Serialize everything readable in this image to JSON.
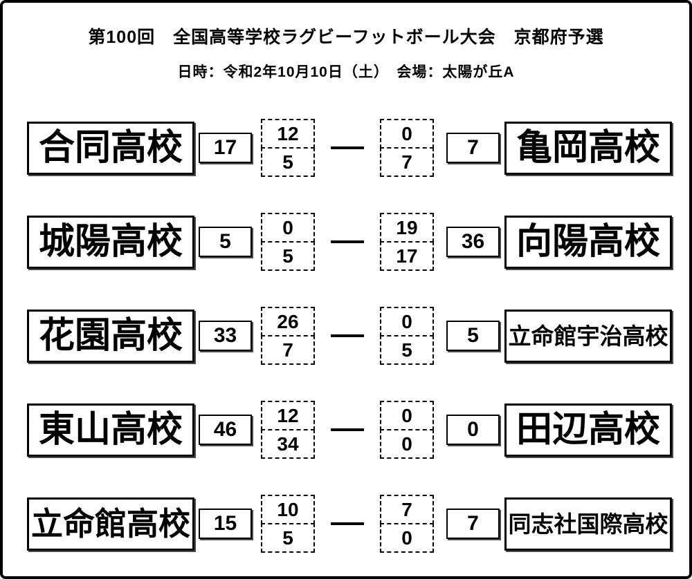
{
  "header": {
    "title": "第100回　全国高等学校ラグビーフットボール大会　京都府予選",
    "subtitle": "日時：令和2年10月10日（土）　会場：太陽が丘A"
  },
  "matches": [
    {
      "left": {
        "name": "合同高校",
        "total": "17",
        "half1": "12",
        "half2": "5"
      },
      "right": {
        "name": "亀岡高校",
        "total": "7",
        "half1": "0",
        "half2": "7"
      }
    },
    {
      "left": {
        "name": "城陽高校",
        "total": "5",
        "half1": "0",
        "half2": "5"
      },
      "right": {
        "name": "向陽高校",
        "total": "36",
        "half1": "19",
        "half2": "17"
      }
    },
    {
      "left": {
        "name": "花園高校",
        "total": "33",
        "half1": "26",
        "half2": "7"
      },
      "right": {
        "name": "立命館宇治高校",
        "total": "5",
        "half1": "0",
        "half2": "5"
      }
    },
    {
      "left": {
        "name": "東山高校",
        "total": "46",
        "half1": "12",
        "half2": "34"
      },
      "right": {
        "name": "田辺高校",
        "total": "0",
        "half1": "0",
        "half2": "0"
      }
    },
    {
      "left": {
        "name": "立命館高校",
        "total": "15",
        "half1": "10",
        "half2": "5"
      },
      "right": {
        "name": "同志社国際高校",
        "total": "7",
        "half1": "7",
        "half2": "0"
      }
    }
  ]
}
